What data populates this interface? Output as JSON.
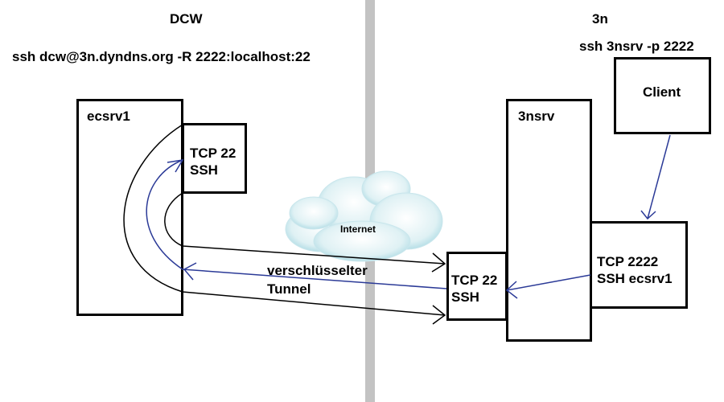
{
  "left_zone": {
    "title": "DCW",
    "command": "ssh dcw@3n.dyndns.org -R 2222:localhost:22"
  },
  "right_zone": {
    "title": "3n",
    "command": "ssh 3nsrv -p 2222"
  },
  "nodes": {
    "ecsrv1": {
      "label": "ecsrv1"
    },
    "ecsrv1_port": {
      "line1": "TCP 22",
      "line2": "SSH"
    },
    "3nsrv": {
      "label": "3nsrv"
    },
    "3nsrv_port_22": {
      "line1": "TCP 22",
      "line2": "SSH"
    },
    "3nsrv_port_2222": {
      "line1": "TCP 2222",
      "line2": "SSH ecsrv1"
    },
    "client": {
      "label": "Client"
    }
  },
  "cloud": {
    "label": "Internet"
  },
  "tunnel": {
    "line1": "verschlüsselter",
    "line2": "Tunnel"
  },
  "colors": {
    "tunnel_line": "#000000",
    "data_flow": "#2b3a97",
    "divider": "#c3c3c3",
    "cloud": "#bfe3ea"
  }
}
